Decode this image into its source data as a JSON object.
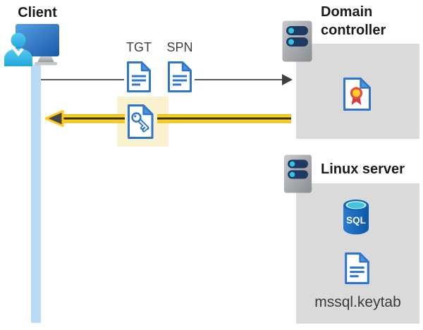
{
  "client": {
    "label": "Client"
  },
  "tickets": {
    "tgt_label": "TGT",
    "spn_label": "SPN"
  },
  "domain_controller": {
    "label": "Domain controller"
  },
  "linux_server": {
    "label": "Linux server",
    "sql_badge": "SQL",
    "keytab_label": "mssql.keytab"
  },
  "colors": {
    "panel_gray": "#dadada",
    "lifeline_blue": "#bcd9f6",
    "highlight_yellow": "#faf2ce",
    "request_arrow_gray": "#58595b",
    "response_arrow_yellow": "#ffc81a",
    "response_arrow_core": "#303134",
    "document_blue": "#2e76cb",
    "document_fold_blue": "#4e92dc",
    "monitor_blue": "#2f7ac2",
    "person_cyan": "#35bce8",
    "server_slot_navy": "#1e3a63",
    "server_led_cyan": "#35c1e8",
    "sql_body_blue": "#1263b8",
    "sql_top_cyan": "#3ec6e0",
    "certificate_seal_yellow": "#ffd21e",
    "certificate_ribbon_red": "#d93b41"
  }
}
